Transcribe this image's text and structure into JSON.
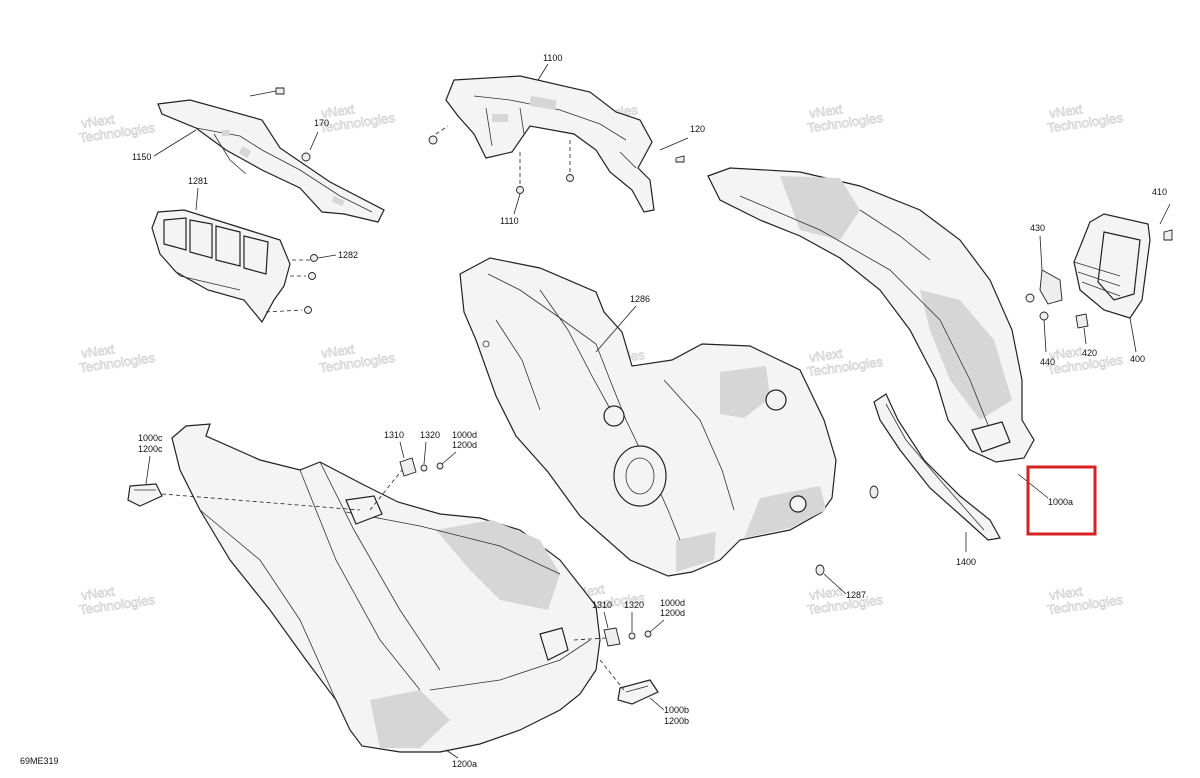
{
  "diagram_code": "69ME319",
  "watermark": {
    "line1": "vNext",
    "line2": "Technologies"
  },
  "callouts": {
    "p1100": "1100",
    "p1150": "1150",
    "p170": "170",
    "p120": "120",
    "p1110": "1110",
    "p1281": "1281",
    "p1282": "1282",
    "p1286": "1286",
    "p410": "410",
    "p430": "430",
    "p440": "440",
    "p420": "420",
    "p400": "400",
    "p1000c": "1000c",
    "p1200c": "1200c",
    "p1310a": "1310",
    "p1320a": "1320",
    "p1000d_a": "1000d",
    "p1200d_a": "1200d",
    "p1000a": "1000a",
    "p1400": "1400",
    "p1287": "1287",
    "p1310b": "1310",
    "p1320b": "1320",
    "p1000d_b": "1000d",
    "p1200d_b": "1200d",
    "p1000b": "1000b",
    "p1200b": "1200b",
    "p1200a": "1200a"
  },
  "highlight": {
    "color": "#d62222",
    "target_label": "1000a"
  }
}
